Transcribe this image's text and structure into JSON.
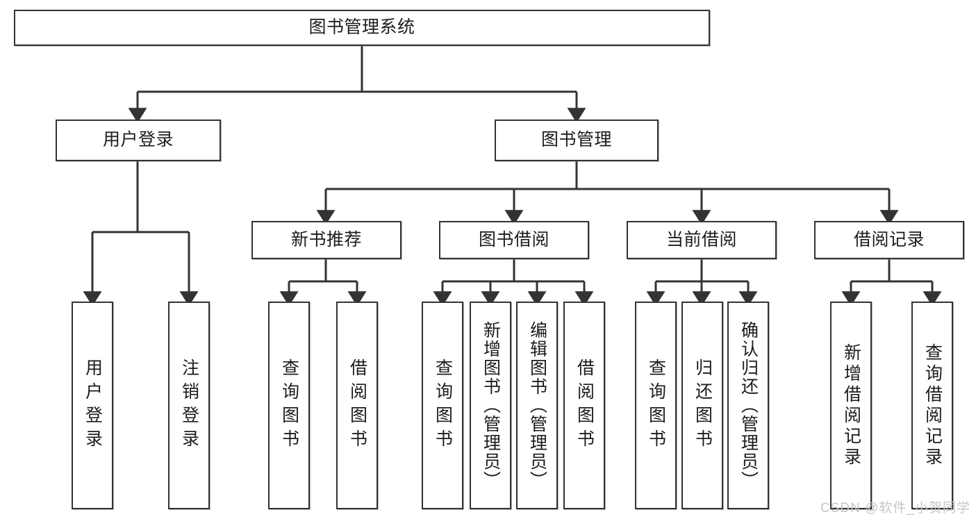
{
  "diagram": {
    "type": "tree",
    "title": "图书管理系统",
    "watermark": "CSDN @软件_小贺同学",
    "colors": {
      "border": "#333333",
      "text": "#1c1c1c",
      "background": "#ffffff",
      "connector": "#333333",
      "watermark": "#c6c6c6"
    },
    "root": {
      "label": "图书管理系统"
    },
    "level2": [
      {
        "label": "用户登录"
      },
      {
        "label": "图书管理"
      }
    ],
    "level3": [
      {
        "label": "新书推荐"
      },
      {
        "label": "图书借阅"
      },
      {
        "label": "当前借阅"
      },
      {
        "label": "借阅记录"
      }
    ],
    "leaves": {
      "user_login": [
        {
          "label": "用户登录"
        },
        {
          "label": "注销登录"
        }
      ],
      "new_book_recommend": [
        {
          "label": "查询图书"
        },
        {
          "label": "借阅图书"
        }
      ],
      "book_borrow": [
        {
          "label": "查询图书"
        },
        {
          "label": "新增图书（管理员）"
        },
        {
          "label": "编辑图书（管理员）"
        },
        {
          "label": "借阅图书"
        }
      ],
      "current_borrow": [
        {
          "label": "查询图书"
        },
        {
          "label": "归还图书"
        },
        {
          "label": "确认归还（管理员）"
        }
      ],
      "borrow_record": [
        {
          "label": "新增借阅记录"
        },
        {
          "label": "查询借阅记录"
        }
      ]
    }
  }
}
